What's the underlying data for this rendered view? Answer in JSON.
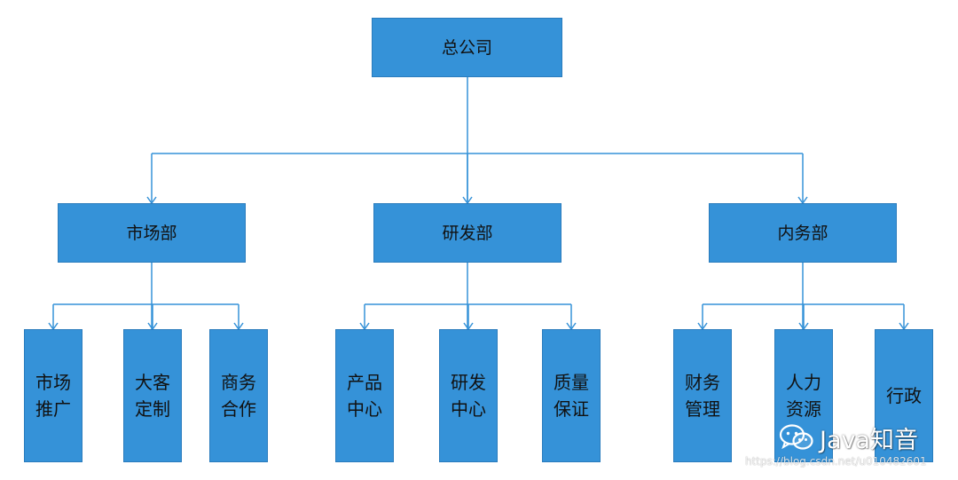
{
  "colors": {
    "box": "#3592d8",
    "line": "#3592d8"
  },
  "root": {
    "label": "总公司"
  },
  "departments": [
    {
      "label": "市场部",
      "units": [
        "市场\n推广",
        "大客\n定制",
        "商务\n合作"
      ]
    },
    {
      "label": "研发部",
      "units": [
        "产品\n中心",
        "研发\n中心",
        "质量\n保证"
      ]
    },
    {
      "label": "内务部",
      "units": [
        "财务\n管理",
        "人力\n资源",
        "行政"
      ]
    }
  ],
  "watermark": {
    "brand": "Java知音",
    "url": "https://blog.csdn.net/u010482601",
    "icon": "wechat-logo-icon"
  }
}
